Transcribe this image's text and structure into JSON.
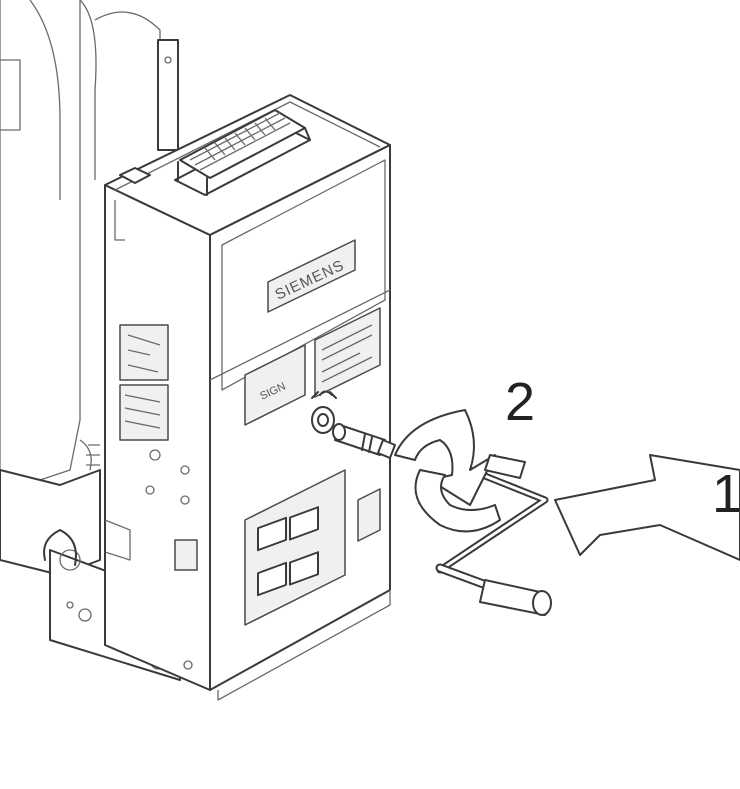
{
  "labels": {
    "step_1": "1",
    "step_2": "2",
    "brand_plate": "SIEMENS",
    "button_plate": "SIGN"
  },
  "colors": {
    "line": "#3a3a3a",
    "fill": "#ffffff"
  }
}
